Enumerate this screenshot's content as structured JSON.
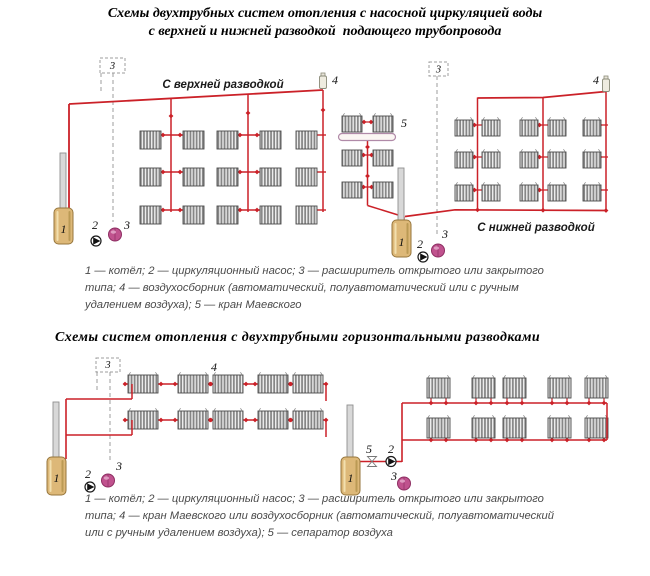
{
  "title": {
    "line1": "Схемы двухтрубных систем отопления с насосной циркуляцией воды",
    "line2": "с верхней и нижней разводкой  подающего трубопровода"
  },
  "top": {
    "left_caption": "С верхней разводкой",
    "right_caption": "С нижней разводкой",
    "legend_lines": [
      "1 — котёл; 2 — циркуляционный насос; 3 — расширитель открытого или закрытого",
      "типа; 4 — воздухосборник (автоматический, полуавтоматический или с ручным",
      "удалением воздуха); 5 — кран Маевского"
    ]
  },
  "bottom": {
    "heading": "Схемы систем отопления с двухтрубными горизонтальными разводками",
    "legend_lines": [
      "1 — котёл; 2 — циркуляционный насос; 3 — расширитель открытого или закрытого",
      "типа; 4 — кран Маевского или воздухосборник (автоматический, полуавтоматический",
      "или с ручным удалением воздуха); 5 — сепаратор воздуха"
    ]
  },
  "labels": {
    "boiler": "1",
    "pump": "2",
    "expansion_tank": "3",
    "air_collector": "4",
    "maevsky_valve": "5"
  },
  "colors": {
    "supply": "#cb2128",
    "return": "#9a3a95",
    "tank": "#c0528e",
    "boiler_fill": "#ddb878",
    "boiler_stroke": "#96763d",
    "radiator_stripe": "#858585",
    "dashed_guide": "#9c9c9c",
    "title_text": "#000000",
    "legend_text": "#4a4a4a"
  }
}
